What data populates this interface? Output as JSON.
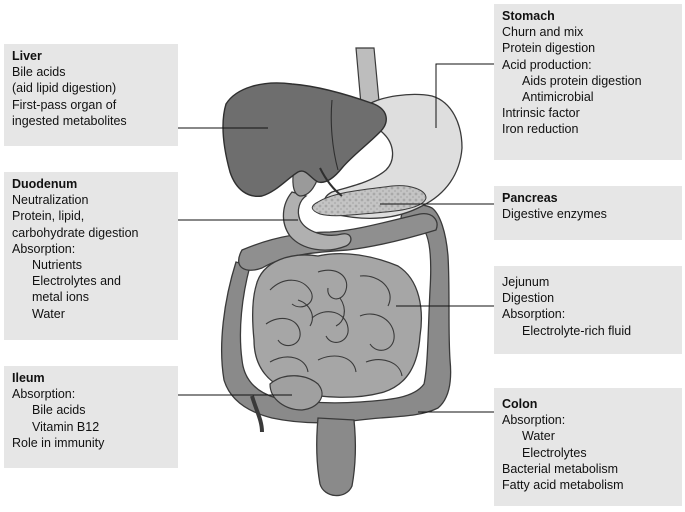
{
  "colors": {
    "background": "#ffffff",
    "box_fill": "#e6e6e6",
    "organ_dark": "#6e6e6e",
    "organ_mid": "#a3a3a3",
    "organ_light": "#c9c9c9",
    "stomach_fill": "#dedede",
    "outline": "#3a3a3a",
    "leader_line": "#111111"
  },
  "labels": {
    "liver": {
      "title": "Liver",
      "lines": [
        "Bile acids",
        "(aid lipid digestion)",
        "First-pass organ of",
        "ingested metabolites"
      ]
    },
    "duodenum": {
      "title": "Duodenum",
      "lines": [
        "Neutralization",
        "Protein, lipid,",
        "carbohydrate digestion",
        "Absorption:"
      ],
      "sublines": [
        "Nutrients",
        "Electrolytes and",
        "metal ions",
        "Water"
      ]
    },
    "ileum": {
      "title": "Ileum",
      "lines": [
        "Absorption:"
      ],
      "sublines": [
        "Bile acids",
        "Vitamin B12"
      ],
      "after": [
        "Role in immunity"
      ]
    },
    "stomach": {
      "title": "Stomach",
      "lines": [
        "Churn and mix",
        "Protein digestion",
        "Acid production:"
      ],
      "sublines": [
        "Aids protein digestion",
        "Antimicrobial"
      ],
      "after": [
        "Intrinsic factor",
        "Iron reduction"
      ]
    },
    "pancreas": {
      "title": "Pancreas",
      "lines": [
        "Digestive enzymes"
      ]
    },
    "jejunum": {
      "lines": [
        "Jejunum",
        "Digestion",
        "Absorption:"
      ],
      "sublines": [
        "Electrolyte-rich fluid"
      ]
    },
    "colon": {
      "title": "Colon",
      "lines": [
        "Absorption:"
      ],
      "sublines": [
        "Water",
        "Electrolytes"
      ],
      "after": [
        "Bacterial metabolism",
        "Fatty acid metabolism"
      ]
    }
  }
}
